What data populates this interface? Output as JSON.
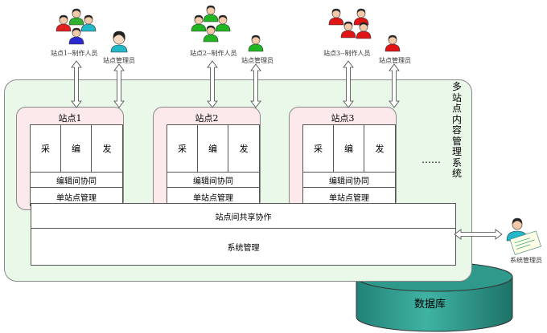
{
  "system_title": "多站点内容管理系统",
  "sites": [
    {
      "title": "站点1",
      "staff_label": "站点1--制作人员",
      "admin_label": "站点管理员",
      "cells": [
        "采",
        "编",
        "发"
      ],
      "collab": "编辑间协同",
      "mgmt": "单站点管理",
      "color": "#2e9f2e"
    },
    {
      "title": "站点2",
      "staff_label": "站点2--制作人员",
      "admin_label": "站点管理员",
      "cells": [
        "采",
        "编",
        "发"
      ],
      "collab": "编辑间协同",
      "mgmt": "单站点管理",
      "color": "#1fb01f"
    },
    {
      "title": "站点3",
      "staff_label": "站点3--制作人员",
      "admin_label": "站点管理员",
      "cells": [
        "采",
        "编",
        "发"
      ],
      "collab": "编辑间协同",
      "mgmt": "单站点管理",
      "color": "#e01515"
    }
  ],
  "ellipsis": "……",
  "shared": "站点间共享协作",
  "sysmgmt": "系统管理",
  "database": "数据库",
  "sys_admin_label": "系统管理员",
  "colors": {
    "system_bg": "#eaf8ea",
    "site_bg": "#fbe9ec",
    "db_fill": "#2f9a8c",
    "arrow": "#ffffff"
  }
}
